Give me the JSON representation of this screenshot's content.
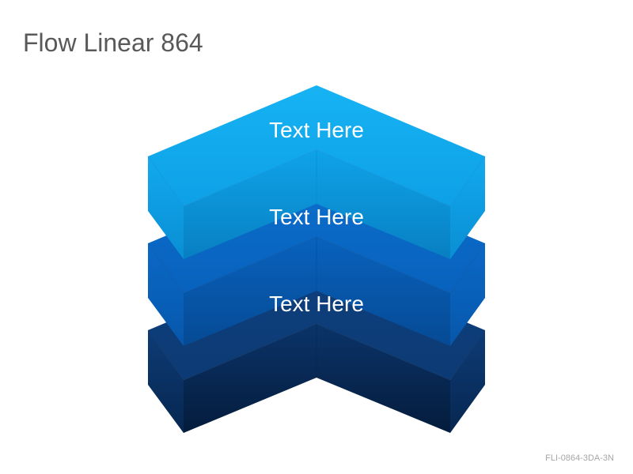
{
  "slide": {
    "title": "Flow Linear 864",
    "code": "FLI-0864-3DA-3N"
  },
  "chevrons": [
    {
      "label": "Text Here",
      "color_top": "#14aff1",
      "color_side": "#0b8fd4"
    },
    {
      "label": "Text Here",
      "color_top": "#0a6bc9",
      "color_side": "#0753a3"
    },
    {
      "label": "Text Here",
      "color_top": "#0d3c7d",
      "color_side": "#082a5a"
    }
  ]
}
